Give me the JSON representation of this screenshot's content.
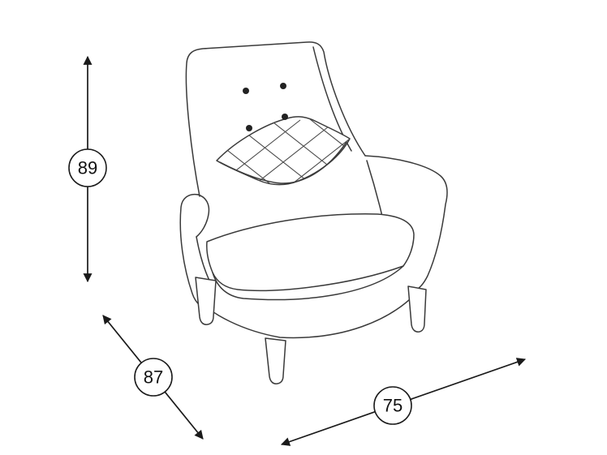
{
  "diagram": {
    "subject": "armchair-dimension-drawing",
    "colors": {
      "background": "#ffffff",
      "outline": "#3a3a3a",
      "dimension": "#1a1a1a"
    },
    "dimensions": {
      "height": {
        "value": "89"
      },
      "depth": {
        "value": "87"
      },
      "width": {
        "value": "75"
      }
    }
  }
}
